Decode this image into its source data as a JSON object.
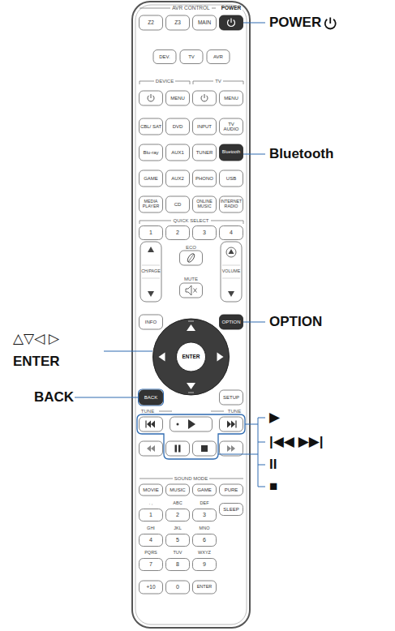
{
  "diagram": {
    "labels": [
      "AVR CONTROL",
      "POWER",
      "Z2",
      "Z3",
      "MAIN",
      "DEV.",
      "TV",
      "AVR",
      "DEVICE",
      "TV",
      "MENU",
      "MENU",
      "CBL/ SAT",
      "DVD",
      "INPUT",
      "TV AUDIO",
      "Blu-ray",
      "AUX1",
      "TUNER",
      "Bluetooth",
      "GAME",
      "AUX2",
      "PHONO",
      "USB",
      "MEDIA PLAYER",
      "CD",
      "ONLINE MUSIC",
      "INTERNET RADIO",
      "QUICK SELECT",
      "1",
      "2",
      "3",
      "4",
      "ECO",
      "CH/PAGE",
      "MUTE",
      "VOLUME",
      "INFO",
      "OPTION",
      "ENTER",
      "BACK",
      "SETUP",
      "TUNE",
      "TUNE",
      "SOUND MODE",
      "MOVIE",
      "MUSIC",
      "GAME",
      "PURE",
      ". ,",
      "ABC",
      "DEF",
      "SLEEP",
      "1",
      "2",
      "3",
      "GHI",
      "JKL",
      "MNO",
      "4",
      "5",
      "6",
      "PQRS",
      "TUV",
      "WXYZ",
      "7",
      "8",
      "9",
      "+10",
      "0",
      "ENTER",
      "POWER",
      "Bluetooth",
      "OPTION",
      "△▽◁ ▷",
      "ENTER",
      "BACK",
      "▶",
      "|◀◀ ▶▶|",
      "II",
      "■"
    ]
  }
}
